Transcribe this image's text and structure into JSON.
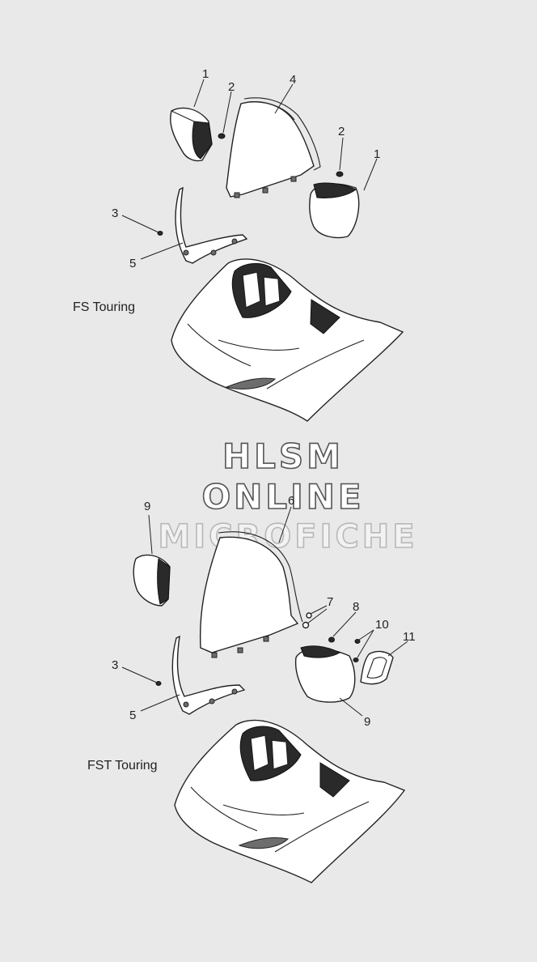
{
  "diagram": {
    "variants": [
      {
        "label": "FS Touring",
        "callouts": [
          "1",
          "2",
          "4",
          "2",
          "1",
          "3",
          "5"
        ]
      },
      {
        "label": "FST Touring",
        "callouts": [
          "9",
          "6",
          "7",
          "8",
          "10",
          "11",
          "3",
          "5",
          "9"
        ]
      }
    ],
    "watermark": [
      "HLSM",
      "ONLINE",
      "MICROFICHE"
    ]
  }
}
